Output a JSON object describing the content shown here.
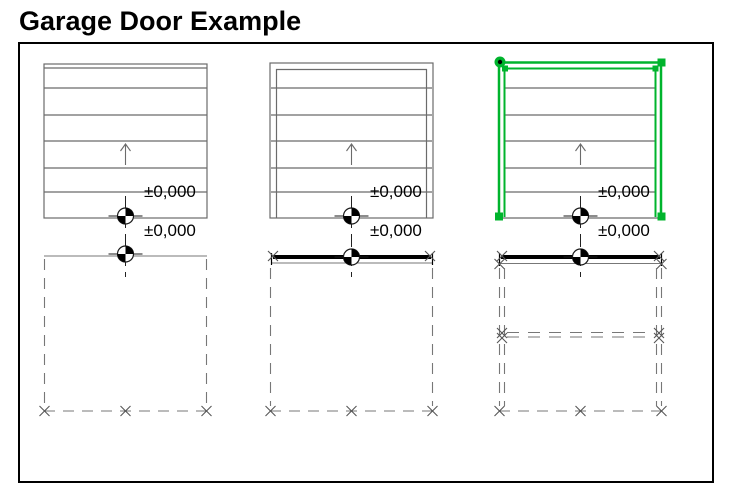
{
  "title": "Garage Door Example",
  "colors": {
    "background": "#ffffff",
    "border_black": "#000000",
    "drawing_gray": "#6b6b6b",
    "selection_green": "#00b42d"
  },
  "drawings": [
    {
      "id": "door-plain-elevation",
      "upper_level_label": "±0,000",
      "lower_level_label": "±0,000"
    },
    {
      "id": "door-framed-elevation",
      "upper_level_label": "±0,000",
      "lower_level_label": "±0,000"
    },
    {
      "id": "door-selected-elevation",
      "upper_level_label": "±0,000",
      "lower_level_label": "±0,000"
    }
  ],
  "icons": {
    "level_marker": "level-marker-icon",
    "direction_arrow": "up-arrow-icon",
    "hotspot": "x-hotspot-icon",
    "selection_handle": "selection-handle-icon",
    "selection_origin": "selection-origin-icon"
  }
}
